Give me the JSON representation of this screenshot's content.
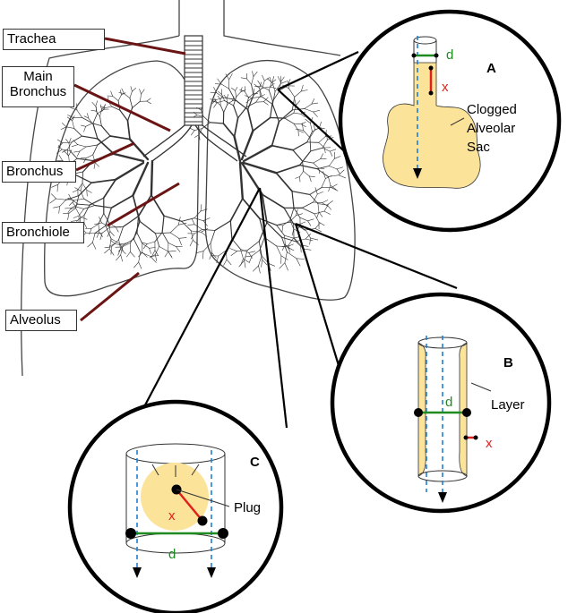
{
  "labels": {
    "trachea": "Trachea",
    "main_bronchus_line1": "Main",
    "main_bronchus_line2": "Bronchus",
    "bronchus": "Bronchus",
    "bronchiole": "Bronchiole",
    "alveolus": "Alveolus"
  },
  "insets": {
    "a": {
      "letter": "A",
      "d": "d",
      "x": "x",
      "sac_line1": "Clogged",
      "sac_line2": "Alveolar",
      "sac_line3": "Sac"
    },
    "b": {
      "letter": "B",
      "d": "d",
      "x": "x",
      "layer": "Layer"
    },
    "c": {
      "letter": "C",
      "d": "d",
      "x": "x",
      "plug": "Plug"
    }
  },
  "colors": {
    "leader_line": "#6b1414",
    "fluid": "#fbe39a",
    "dashed_axis": "#1e7fd6",
    "diameter": "#1f8a1f",
    "thickness": "#e0201a"
  }
}
